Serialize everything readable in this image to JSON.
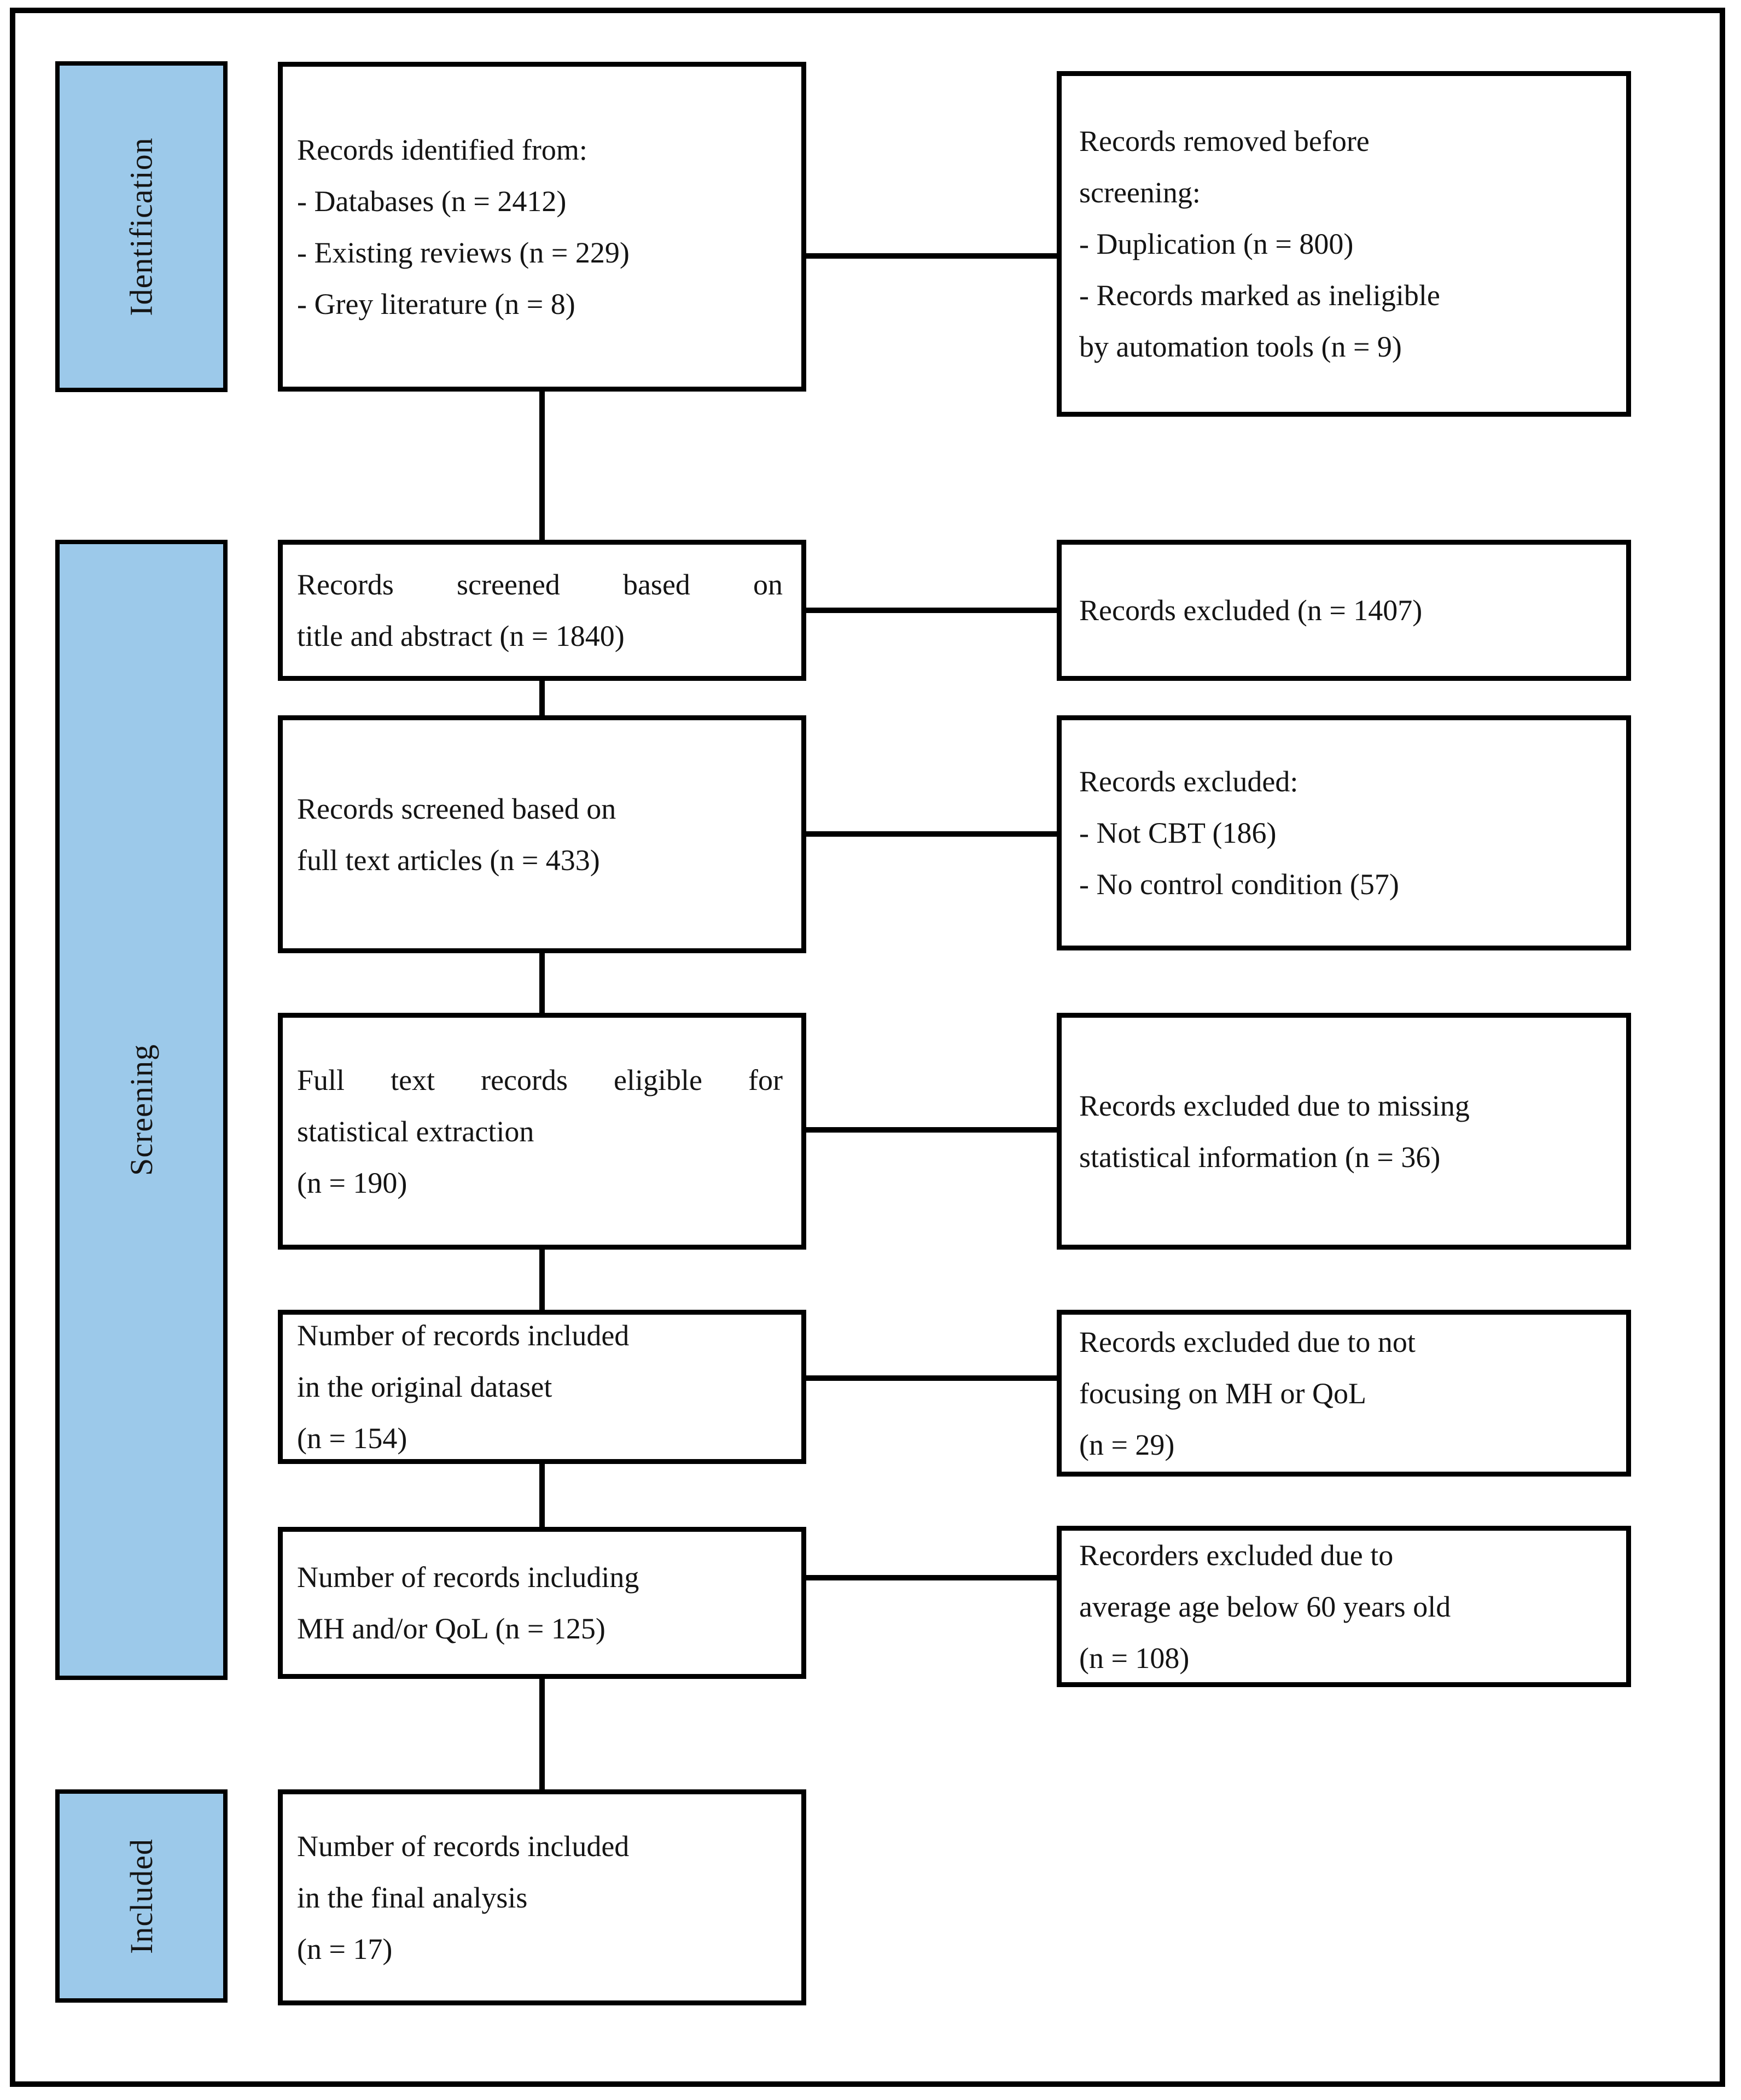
{
  "figure": {
    "stages": [
      {
        "label": "Identification"
      },
      {
        "label": "Screening"
      },
      {
        "label": "Included"
      }
    ],
    "flow_boxes": [
      {
        "text": "Records identified from:\n- Databases (n = 2412)\n- Existing reviews (n = 229)\n- Grey literature (n = 8)"
      },
      {
        "lines": [
          "Records screened based on",
          "title and abstract (n = 1840)"
        ]
      },
      {
        "text": "Records screened based on\nfull text articles (n = 433)"
      },
      {
        "lines": [
          "Full text records eligible for",
          "statistical extraction",
          "(n = 190)"
        ]
      },
      {
        "text": "Number of records included\nin the original dataset\n(n = 154)"
      },
      {
        "text": "Number of records including\nMH and/or QoL (n = 125)"
      },
      {
        "text": "Number of records included\nin the final analysis\n(n = 17)"
      }
    ],
    "exclusion_boxes": [
      {
        "text": "Records removed before\nscreening:\n- Duplication (n = 800)\n- Records marked as ineligible\nby automation tools (n = 9)"
      },
      {
        "text": "Records excluded (n = 1407)"
      },
      {
        "text": "Records excluded:\n- Not CBT (186)\n- No control condition (57)"
      },
      {
        "text": "Records excluded due to missing\nstatistical information (n = 36)"
      },
      {
        "text": "Records excluded due to not\nfocusing on MH or QoL\n(n = 29)"
      },
      {
        "text": "Recorders excluded due to\naverage age below 60 years old\n(n = 108)"
      }
    ],
    "colors": {
      "stage_fill": "#9CC9EA",
      "line": "#000000",
      "background": "#FFFFFF"
    }
  }
}
